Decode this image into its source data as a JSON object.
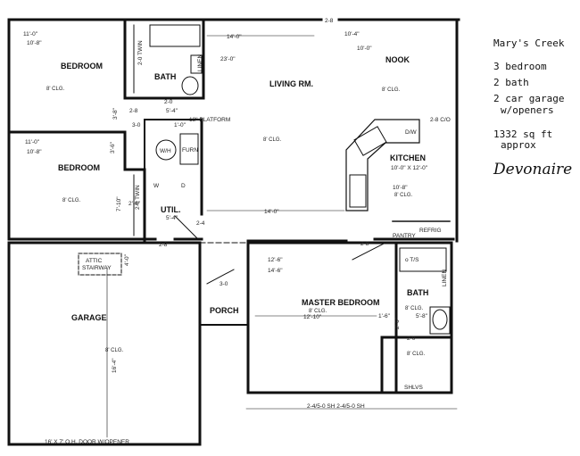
{
  "sidebar": {
    "title": "Mary's Creek",
    "features": [
      "3 bedroom",
      "2 bath",
      "2 car garage",
      "w/openers"
    ],
    "area": "1332 sq ft",
    "area_qualifier": "approx",
    "signature": "Devonaire"
  },
  "plan": {
    "rooms": {
      "bedroom1": "BEDROOM",
      "bath1": "BATH",
      "linen1": "LINEN",
      "living": "LIVING RM.",
      "nook": "NOOK",
      "bedroom2": "BEDROOM",
      "wh": "W/H",
      "furn": "FURN",
      "kitchen": "KITCHEN",
      "util": "UTIL.",
      "garage": "GARAGE",
      "attic": "ATTIC",
      "stairway": "STAIRWAY",
      "porch": "PORCH",
      "master": "MASTER BEDROOM",
      "bath2": "BATH",
      "linen2": "LINEN",
      "shelves": "SHLVS",
      "pantry": "PANTRY",
      "refrig": "REFRIG",
      "dw": "D/W",
      "ts": "o T/S",
      "w_label": "W",
      "d_label": "D",
      "platform": "18\" PLATFORM"
    },
    "ceilings": {
      "bedroom1": "8' CLG.",
      "nook": "8' CLG.",
      "living": "8' CLG.",
      "bedroom2": "8' CLG.",
      "kitchen": "8' CLG.",
      "garage": "8' CLG.",
      "master": "8' CLG.",
      "bath2": "8' CLG.",
      "closet": "8' CLG."
    },
    "dims": {
      "b1_w": "11'-0\"",
      "b1_d": "10'-8\"",
      "twin1": "2-0 TWIN",
      "lr_top": "14'-0\"",
      "lr_depth": "23'-0\"",
      "nook_w": "10'-4\"",
      "nook_d": "10'-0\"",
      "d_28_top": "2-8",
      "d_20": "2-0",
      "d_28a": "2-8",
      "d_54": "5'-4\"",
      "d_30": "3-0",
      "d_10": "1'-0\"",
      "b2_w": "11'-0\"",
      "b2_d": "10'-8\"",
      "twin2": "2-0 TWIN",
      "d_210": "7'-10\"",
      "d_26": "2'-6\"",
      "d_38": "3'-8\"",
      "d_36": "3'-6\"",
      "kit_size": "10'-0\" X 12'-0\"",
      "kit_w": "10'-8\"",
      "co": "2-8\nC/O",
      "lr_bottom": "14'-0\"",
      "util_w": "5'-4\"",
      "d_24": "2-4",
      "d_28b": "2-8",
      "d_28c": "2-8",
      "d_4_0": "4'-0\"",
      "mb_w": "12'-6\"",
      "mb_d": "14'-6\"",
      "mb_w2": "12'-10\"",
      "porch_30": "3-0",
      "garage_d": "16'-4\"",
      "d_16": "1'-6\"",
      "d_58": "5'-8\"",
      "d_26b": "2'-6\"",
      "d_20b": "2-0",
      "window_sh": "2-4/5-0 SH  2-4/5-0 SH",
      "garage_door": "16' X 7' O.H. DOOR W/OPENER"
    }
  }
}
